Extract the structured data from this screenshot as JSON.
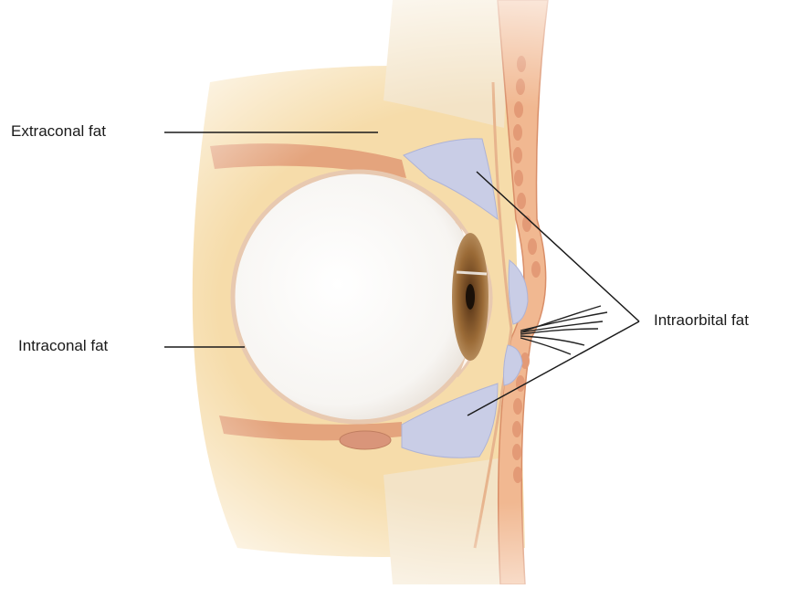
{
  "labels": {
    "extraconal": "Extraconal fat",
    "intraconal": "Intraconal fat",
    "intraorbital": "Intraorbital fat"
  },
  "colors": {
    "fat": "#f6dcaa",
    "fat_light": "#fbead0",
    "muscle": "#e4a47d",
    "skin": "#f1b891",
    "preseptal_fat": "#c9cde6",
    "globe": "#ffffff",
    "iris": "#8a5a2b",
    "bone": "#f3e3c6"
  }
}
